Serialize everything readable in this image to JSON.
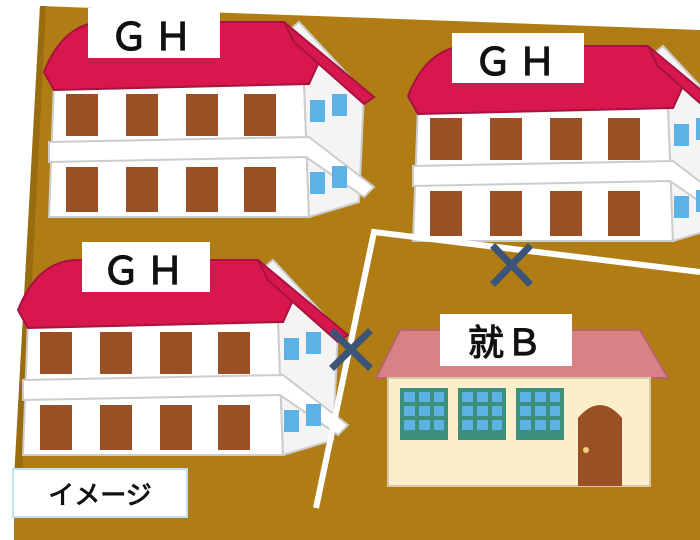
{
  "labels": {
    "group_home_1": "ＧＨ",
    "group_home_2": "ＧＨ",
    "group_home_3": "ＧＨ",
    "work_support_b": "就Ｂ"
  },
  "caption": "イメージ",
  "colors": {
    "land": "#b07c14",
    "roof_red": "#d8174f",
    "roof_pink": "#d88286",
    "house_wall": "#ffffff",
    "door_brown": "#9b4f25",
    "window_blue": "#5cb2e2",
    "building_wall": "#fbeec9",
    "window_green": "#3c8f7c",
    "fence": "#ffffff",
    "cross_mark": "#3b5478"
  },
  "icons": [
    "house-icon",
    "building-icon",
    "cross-mark-icon",
    "fence-line"
  ]
}
